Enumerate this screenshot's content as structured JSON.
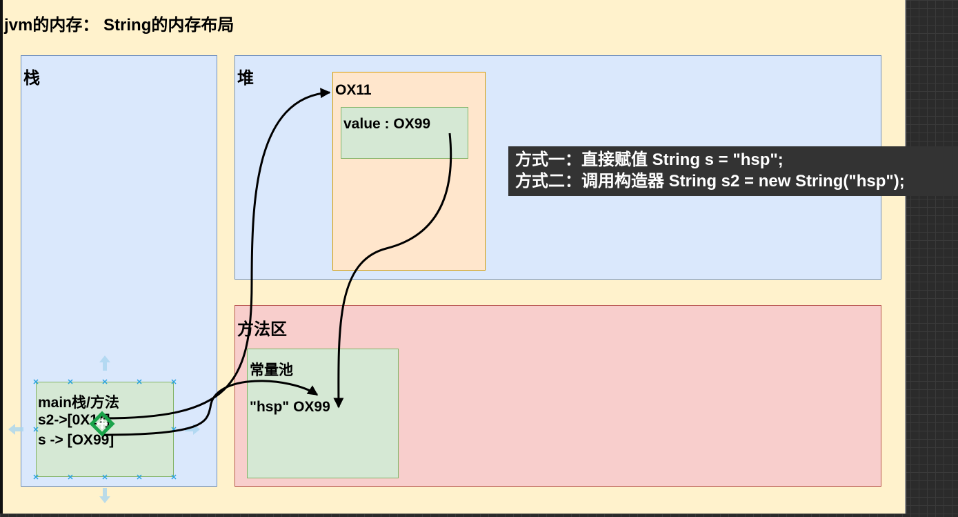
{
  "title": "jvm的内存：  String的内存布局",
  "regions": {
    "stack": "栈",
    "heap": "堆",
    "method_area": "方法区"
  },
  "heap_object": {
    "address": "OX11",
    "field": "value : OX99"
  },
  "constant_pool": {
    "title": "常量池",
    "entry": "\"hsp\" OX99"
  },
  "main_frame": {
    "title": "main栈/方法",
    "line1": "s2->[0X11]",
    "line2": "s -> [OX99]"
  },
  "tooltip": {
    "line1": "方式一：直接赋值 String s = \"hsp\";",
    "line2": "方式二：调用构造器 String s2 = new String(\"hsp\");"
  },
  "colors": {
    "canvas": "#fff2cc",
    "region_blue": "#dae8fc",
    "region_red": "#f8cecc",
    "box_orange": "#ffe6cc",
    "box_green": "#d5e8d4",
    "selection": "#1aa34a",
    "handles": "#29a3e0"
  }
}
